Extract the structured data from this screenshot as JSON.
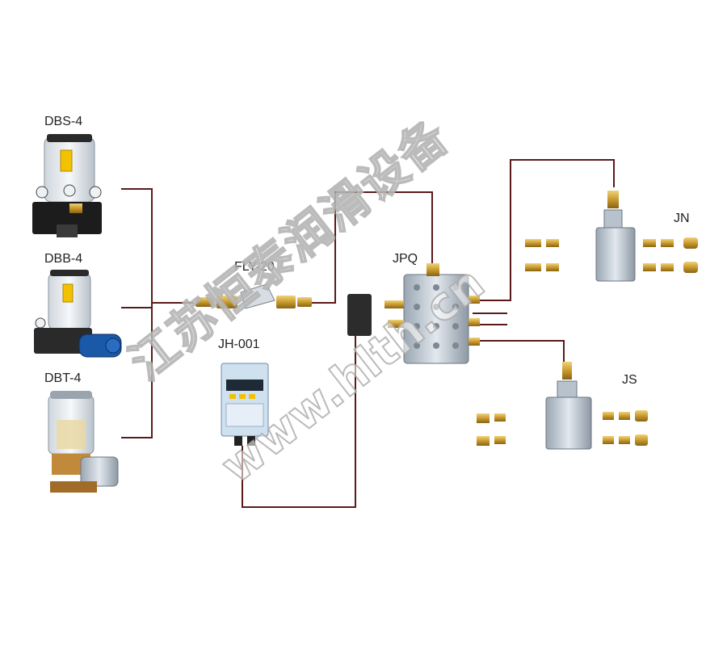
{
  "labels": {
    "dbs4": "DBS-4",
    "dbb4": "DBB-4",
    "dbt4": "DBT-4",
    "fly20": "FLY-20",
    "jpq": "JPQ",
    "jh001": "JH-001",
    "jn": "JN",
    "js": "JS"
  },
  "watermark": {
    "company": "江苏恒泰润滑设备",
    "url": "www.hlth.cn"
  },
  "colors": {
    "pipe": "#5a1a1a",
    "brass": "#c9a23a",
    "steel": "#b8c2cc",
    "controller_blue": "#3a6fb0"
  }
}
